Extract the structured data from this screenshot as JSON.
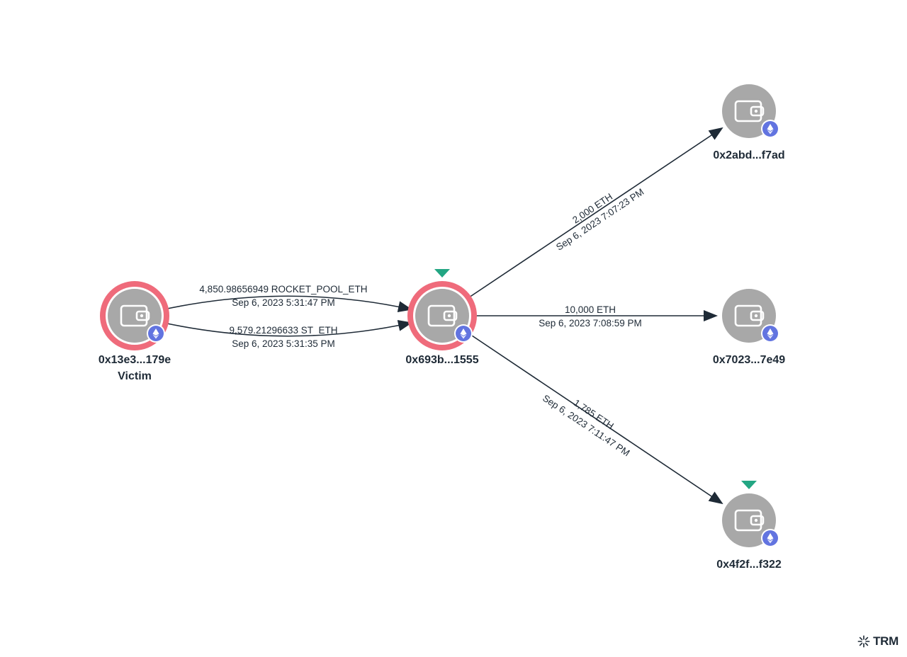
{
  "graph": {
    "colors": {
      "node_fill": "#a8a8a8",
      "node_icon": "#ffffff",
      "flag_ring": "#ef6b7b",
      "chain_badge": "#6274e0",
      "marker": "#23a683",
      "edge": "#1e2a36",
      "text": "#1e2a36"
    },
    "chain_icon": "ethereum-icon",
    "node_icon": "wallet-icon",
    "nodes": [
      {
        "id": "n1",
        "address": "0x13e3...179e",
        "tag": "Victim",
        "flagged": true,
        "marked": false
      },
      {
        "id": "n2",
        "address": "0x693b...1555",
        "tag": "",
        "flagged": true,
        "marked": true
      },
      {
        "id": "n3",
        "address": "0x2abd...f7ad",
        "tag": "",
        "flagged": false,
        "marked": false
      },
      {
        "id": "n4",
        "address": "0x7023...7e49",
        "tag": "",
        "flagged": false,
        "marked": false
      },
      {
        "id": "n5",
        "address": "0x4f2f...f322",
        "tag": "",
        "flagged": false,
        "marked": true
      }
    ],
    "edges": [
      {
        "from": "n1",
        "to": "n2",
        "amount": "4,850.98656949 ROCKET_POOL_ETH",
        "time": "Sep 6, 2023 5:31:47 PM"
      },
      {
        "from": "n1",
        "to": "n2",
        "amount": "9,579.21296633 ST_ETH",
        "time": "Sep 6, 2023 5:31:35 PM"
      },
      {
        "from": "n2",
        "to": "n3",
        "amount": "2,000 ETH",
        "time": "Sep 6, 2023 7:07:23 PM"
      },
      {
        "from": "n2",
        "to": "n4",
        "amount": "10,000 ETH",
        "time": "Sep 6, 2023 7:08:59 PM"
      },
      {
        "from": "n2",
        "to": "n5",
        "amount": "1,785 ETH",
        "time": "Sep 6, 2023 7:11:47 PM"
      }
    ]
  },
  "brand": {
    "name": "TRM",
    "icon": "trm-logo-icon"
  }
}
